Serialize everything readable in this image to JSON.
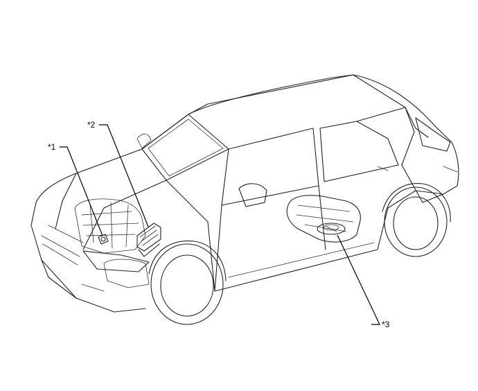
{
  "callouts": [
    {
      "id": "1",
      "label": "*1"
    },
    {
      "id": "2",
      "label": "*2"
    },
    {
      "id": "3",
      "label": "*3"
    }
  ],
  "colors": {
    "line": "#222222",
    "background": "#ffffff"
  }
}
